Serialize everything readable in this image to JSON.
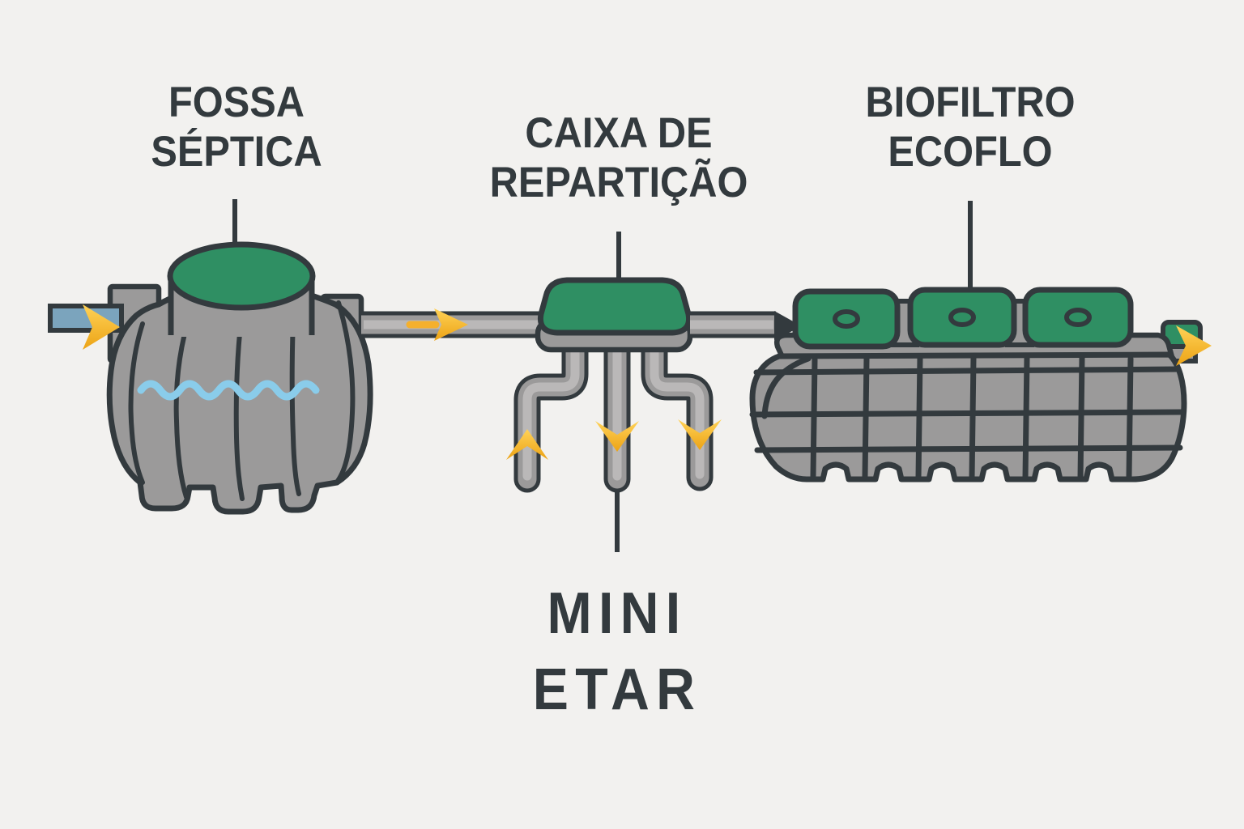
{
  "colors": {
    "bg": "#f2f1ef",
    "ink": "#333a3e",
    "gray": "#9b9a9a",
    "gray_light": "#bab8b8",
    "green": "#2f8f63",
    "blue": "#7ba4bd",
    "water": "#8accea",
    "arrow": "#f5b02c",
    "arrow_light": "#ffd257",
    "arrow_deep": "#eca315"
  },
  "labels": {
    "septic_tank": {
      "line1": "FOSSA",
      "line2": "SÉPTICA"
    },
    "distribution_box": {
      "line1": "CAIXA DE",
      "line2": "REPARTIÇÃO"
    },
    "biofilter": {
      "line1": "BIOFILTRO",
      "line2": "ECOFLO"
    },
    "treatment_plant": {
      "line1": "MINI",
      "line2": "ETAR"
    }
  },
  "icons": {
    "inlet_arrow": "right-arrow",
    "transfer_arrow": "right-arrow",
    "outlet_arrow": "right-arrow",
    "left_drain_arrow": "up-arrow",
    "center_drain_arrow": "down-arrow",
    "right_drain_arrow": "down-arrow"
  }
}
